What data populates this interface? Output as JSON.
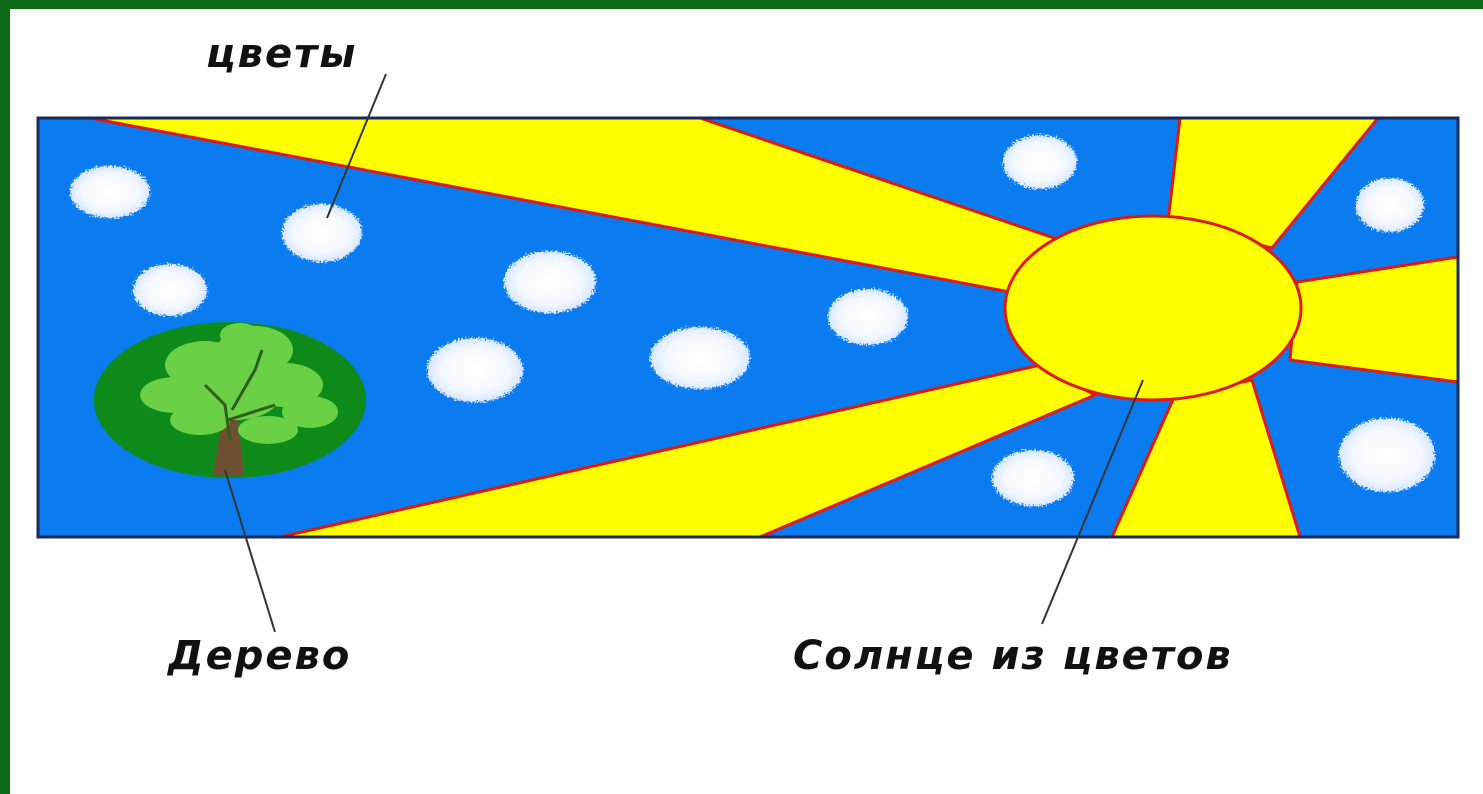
{
  "labels": {
    "flowers": "цветы",
    "tree": "Дерево",
    "sun": "Солнце из цветов"
  },
  "colors": {
    "frame": "#0b6b14",
    "background": "#fefefe",
    "sky": "#0b7cf0",
    "ray": "#ffff00",
    "ray_outline": "#dd1a12",
    "tree_oval": "#0d8a1a",
    "foliage": "#6ad046",
    "trunk": "#6e5030",
    "flower": "#ffffff",
    "leader_line": "#333333"
  },
  "icons": {
    "flower": "white-flower-cluster",
    "tree": "tree-icon",
    "sun": "sun-icon"
  }
}
